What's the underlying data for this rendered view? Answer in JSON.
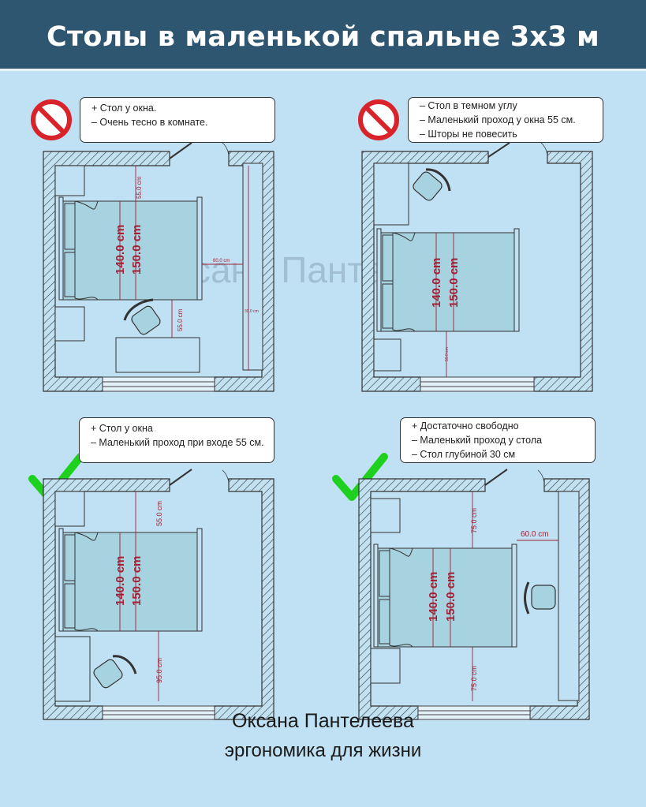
{
  "title": "Столы в маленькой спальне 3x3 м",
  "watermark": "Оксана Пантелеева",
  "author": "Оксана Пантелеева",
  "subtitle": "эргономика для жизни",
  "colors": {
    "header": "#2f5670",
    "background": "#bfe1f3",
    "dimension": "#a32035",
    "bed": "#a7d2e0",
    "good": "#1fd11f",
    "bad": "#d8232a"
  },
  "plans": [
    {
      "verdict": "bad",
      "notes": [
        "+ Стол у окна.",
        "– Очень тесно в комнате."
      ],
      "dims": {
        "bed_width": "140.0 cm",
        "room_side": "150.0 cm",
        "top_gap": "55.0 cm",
        "side_gap": "60.0 cm",
        "desk_gap": "55.0 cm",
        "wardrobe": "30.0 cm"
      }
    },
    {
      "verdict": "bad",
      "notes": [
        "– Стол в темном углу",
        "– Маленький проход у окна 55 см.",
        "– Шторы не повесить"
      ],
      "dims": {
        "bed_width": "140.0 cm",
        "room_side": "150.0 cm",
        "bottom_gap": "55.0 cm"
      }
    },
    {
      "verdict": "good",
      "notes": [
        "+ Стол у окна",
        "– Маленький проход при входе 55 см."
      ],
      "dims": {
        "bed_width": "140.0 cm",
        "room_side": "150.0 cm",
        "top_gap": "55.0 cm",
        "desk_gap": "95.0 cm"
      }
    },
    {
      "verdict": "good",
      "notes": [
        "+ Достаточно свободно",
        "– Маленький проход у стола",
        "– Стол глубиной 30 см"
      ],
      "dims": {
        "bed_width": "140.0 cm",
        "room_side": "150.0 cm",
        "top_gap": "75.0 cm",
        "side_gap": "60.0 cm",
        "bottom_gap": "75.0 cm"
      }
    }
  ]
}
